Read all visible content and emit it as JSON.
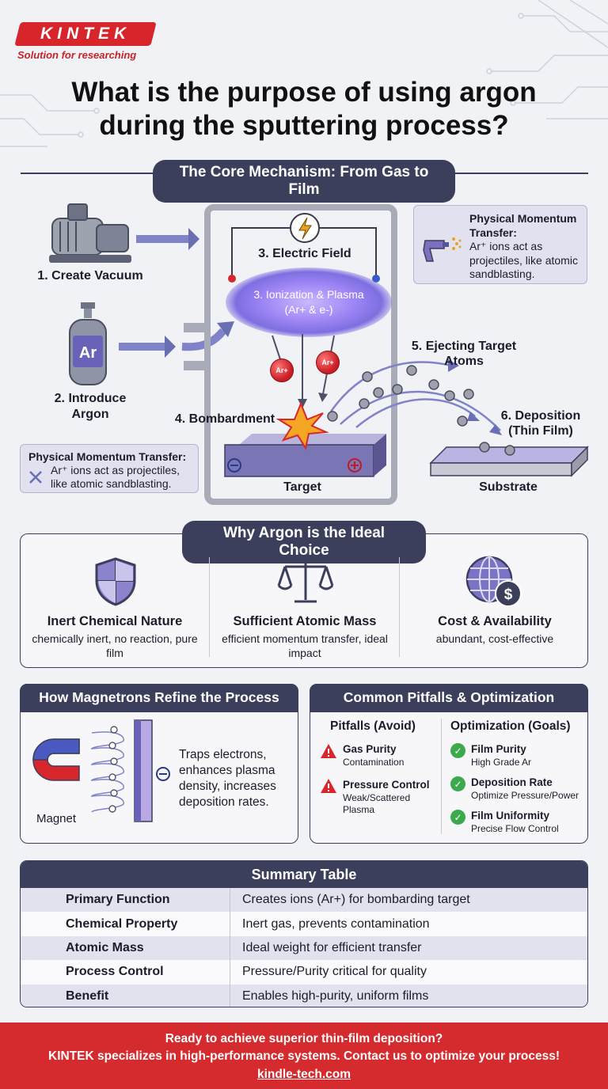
{
  "brand": {
    "logo": "KINTEK",
    "tagline": "Solution for researching",
    "red": "#d52a2e",
    "navy": "#3c3f5c"
  },
  "title": "What is the purpose of using argon during the sputtering process?",
  "mechanism": {
    "header": "The Core Mechanism: From Gas to Film",
    "step1": "1. Create Vacuum",
    "step2": "2. Introduce Argon",
    "argon_symbol": "Ar",
    "electric_field": "3. Electric Field",
    "plasma": "3. Ionization & Plasma (Ar+ & e-)",
    "ion_label": "Ar+",
    "bombardment": "4. Bombardment",
    "ejecting": "5. Ejecting Target Atoms",
    "deposition": "6. Deposition (Thin Film)",
    "target": "Target",
    "substrate": "Substrate",
    "card_right_title": "Physical Momentum Transfer:",
    "card_right_text": "Ar⁺ ions act as projectiles, like atomic sandblasting.",
    "card_left_title": "Physical Momentum Transfer:",
    "card_left_text": "Ar⁺ ions act as projectiles, like atomic sandblasting.",
    "icons": [
      "vacuum-pump-icon",
      "gas-cylinder-icon",
      "lightning-icon",
      "sandblaster-icon"
    ]
  },
  "why_argon": {
    "header": "Why Argon is the Ideal Choice",
    "items": [
      {
        "title": "Inert Chemical Nature",
        "desc": "chemically inert, no reaction, pure film",
        "icon": "shield-icon"
      },
      {
        "title": "Sufficient Atomic Mass",
        "desc": "efficient momentum transfer, ideal impact",
        "icon": "scale-icon"
      },
      {
        "title": "Cost & Availability",
        "desc": "abundant, cost-effective",
        "icon": "globe-dollar-icon"
      }
    ]
  },
  "magnetrons": {
    "header": "How Magnetrons Refine the Process",
    "text": "Traps electrons, enhances plasma density, increases deposition rates.",
    "magnet_label": "Magnet"
  },
  "pitfalls": {
    "header": "Common Pitfalls & Optimization",
    "pitfalls_head": "Pitfalls (Avoid)",
    "optimization_head": "Optimization (Goals)",
    "pitfalls": [
      {
        "title": "Gas Purity",
        "desc": "Contamination"
      },
      {
        "title": "Pressure Control",
        "desc": "Weak/Scattered Plasma"
      }
    ],
    "goals": [
      {
        "title": "Film Purity",
        "desc": "High Grade Ar"
      },
      {
        "title": "Deposition Rate",
        "desc": "Optimize Pressure/Power"
      },
      {
        "title": "Film Uniformity",
        "desc": "Precise Flow Control"
      }
    ]
  },
  "summary": {
    "header": "Summary Table",
    "rows": [
      {
        "key": "Primary Function",
        "value": "Creates ions (Ar+) for bombarding target"
      },
      {
        "key": "Chemical Property",
        "value": "Inert gas, prevents contamination"
      },
      {
        "key": "Atomic Mass",
        "value": "Ideal weight for efficient transfer"
      },
      {
        "key": "Process Control",
        "value": "Pressure/Purity critical for quality"
      },
      {
        "key": "Benefit",
        "value": "Enables high-purity, uniform films"
      }
    ]
  },
  "footer": {
    "line1": "Ready to achieve superior thin-film deposition?",
    "line2": "KINTEK specializes in high-performance systems. Contact us to optimize your process!",
    "link": "kindle-tech.com"
  }
}
